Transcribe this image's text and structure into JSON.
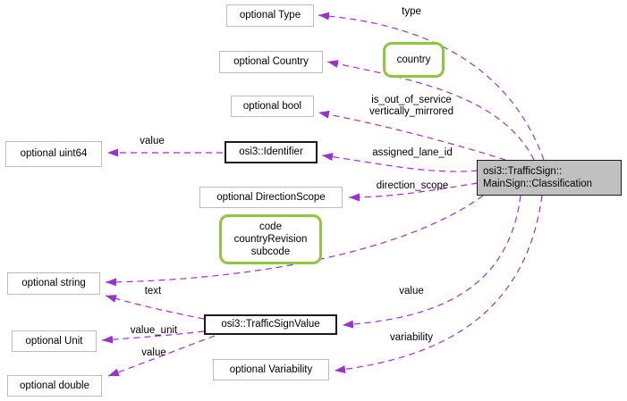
{
  "diagram": {
    "nodes": {
      "optional_type": {
        "label": "optional Type"
      },
      "optional_country": {
        "label": "optional Country"
      },
      "optional_bool": {
        "label": "optional bool"
      },
      "optional_uint64": {
        "label": "optional uint64"
      },
      "identifier": {
        "label": "osi3::Identifier"
      },
      "optional_directionscope": {
        "label": "optional DirectionScope"
      },
      "optional_string": {
        "label": "optional string"
      },
      "trafficsignvalue": {
        "label": "osi3::TrafficSignValue"
      },
      "optional_unit": {
        "label": "optional Unit"
      },
      "optional_double": {
        "label": "optional double"
      },
      "optional_variability": {
        "label": "optional Variability"
      },
      "main": {
        "line1": "osi3::TrafficSign::",
        "line2": "MainSign::Classification"
      }
    },
    "green_labels": {
      "country": {
        "line1": "country"
      },
      "code": {
        "line1": "code",
        "line2": "countryRevision",
        "line3": "subcode"
      }
    },
    "edge_labels": {
      "type": "type",
      "out_of_service_line1": "is_out_of_service",
      "out_of_service_line2": "vertically_mirrored",
      "assigned_lane_id": "assigned_lane_id",
      "direction_scope": "direction_scope",
      "identifier_value": "value",
      "text": "text",
      "trafficsignvalue_value": "value",
      "variability": "variability",
      "value_unit": "value_unit",
      "double_value": "value"
    },
    "colors": {
      "edge": "#9a32cd",
      "green_border": "#8dc63f",
      "main_fill": "#c0c0c0",
      "plain_border": "#bdbdbd",
      "class_border": "#1a1a1a"
    }
  }
}
